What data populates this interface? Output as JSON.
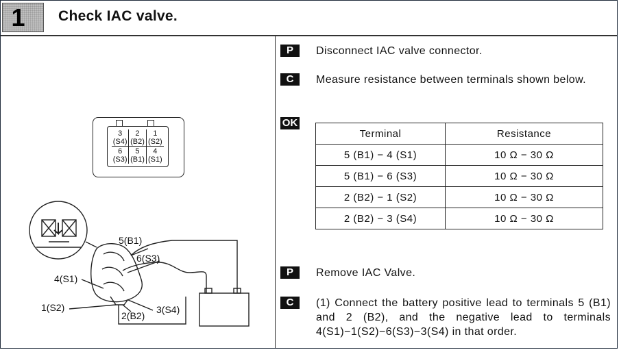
{
  "header": {
    "step_number": "1",
    "title": "Check IAC valve."
  },
  "connector": {
    "pins": [
      {
        "num": "3",
        "code": "(S4)"
      },
      {
        "num": "2",
        "code": "(B2)"
      },
      {
        "num": "1",
        "code": "(S2)"
      },
      {
        "num": "6",
        "code": "(S3)"
      },
      {
        "num": "5",
        "code": "(B1)"
      },
      {
        "num": "4",
        "code": "(S1)"
      }
    ]
  },
  "wiring_labels": {
    "b1": "5(B1)",
    "s3": "6(S3)",
    "s1": "4(S1)",
    "s2": "1(S2)",
    "b2": "2(B2)",
    "s4": "3(S4)"
  },
  "steps": [
    {
      "badge": "P",
      "text": "Disconnect IAC valve connector."
    },
    {
      "badge": "C",
      "text": "Measure resistance between terminals shown below."
    },
    {
      "badge": "OK",
      "text": ""
    },
    {
      "badge": "P",
      "text": "Remove IAC Valve."
    },
    {
      "badge": "C",
      "text": "(1) Connect the battery positive lead to terminals 5 (B1) and 2 (B2), and the negative lead to terminals 4(S1)−1(S2)−6(S3)−3(S4) in that order."
    }
  ],
  "resistance_table": {
    "headers": [
      "Terminal",
      "Resistance"
    ],
    "rows": [
      [
        "5 (B1) − 4 (S1)",
        "10 Ω − 30 Ω"
      ],
      [
        "5 (B1) − 6 (S3)",
        "10 Ω − 30 Ω"
      ],
      [
        "2 (B2) − 1 (S2)",
        "10 Ω − 30 Ω"
      ],
      [
        "2 (B2) − 3 (S4)",
        "10 Ω − 30 Ω"
      ]
    ]
  },
  "colors": {
    "border": "#1e2a3a",
    "badge_bg": "#111111",
    "step_box_bg": "#bfbfbf"
  }
}
